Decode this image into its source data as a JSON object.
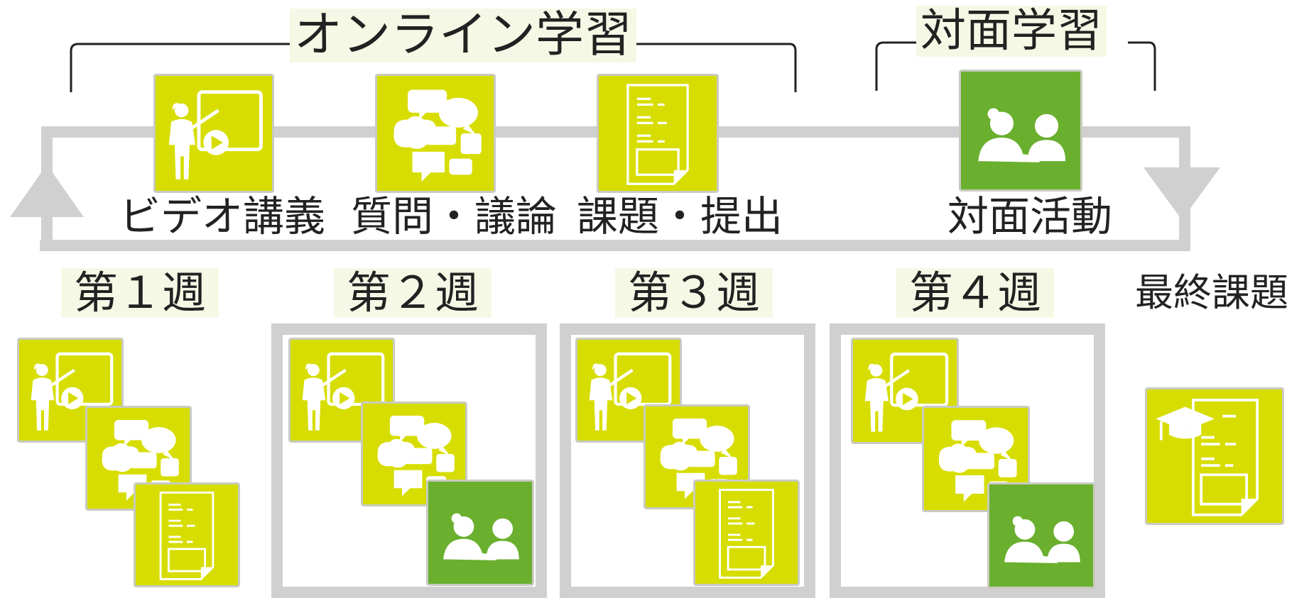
{
  "colors": {
    "online": "#d7dd00",
    "face_to_face": "#6aaf2e",
    "flow_gray": "#d0d0d0",
    "bracket": "#222222",
    "label_bg": "#f6f8e6"
  },
  "groups": {
    "online": "オンライン学習",
    "face_to_face": "対面学習"
  },
  "activities": [
    {
      "label": "ビデオ講義",
      "icon": "teacher-video-icon"
    },
    {
      "label": "質問・議論",
      "icon": "speech-bubbles-icon"
    },
    {
      "label": "課題・提出",
      "icon": "document-icon"
    },
    {
      "label": "対面活動",
      "icon": "two-people-icon"
    }
  ],
  "weeks": [
    {
      "label": "第１週",
      "icons": [
        "teacher-video-icon",
        "speech-bubbles-icon",
        "document-icon"
      ]
    },
    {
      "label": "第２週",
      "icons": [
        "teacher-video-icon",
        "speech-bubbles-icon",
        "two-people-icon"
      ]
    },
    {
      "label": "第３週",
      "icons": [
        "teacher-video-icon",
        "speech-bubbles-icon",
        "document-icon"
      ]
    },
    {
      "label": "第４週",
      "icons": [
        "teacher-video-icon",
        "speech-bubbles-icon",
        "two-people-icon"
      ]
    }
  ],
  "final": {
    "label": "最終課題",
    "icon": "graduation-document-icon"
  }
}
